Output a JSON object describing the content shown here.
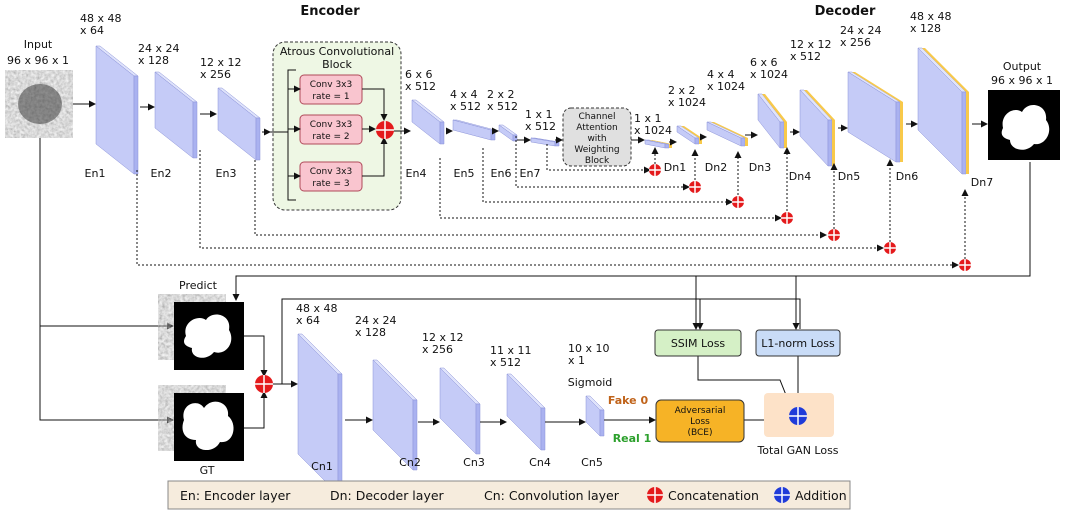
{
  "titles": {
    "encoder": "Encoder",
    "decoder": "Decoder"
  },
  "input": {
    "label": "Input",
    "dims": "96 x 96 x 1"
  },
  "output": {
    "label": "Output",
    "dims": "96 x 96 x 1"
  },
  "encoder": [
    {
      "name": "En1",
      "dims": [
        "48 x 48",
        "x 64"
      ]
    },
    {
      "name": "En2",
      "dims": [
        "24 x 24",
        "x 128"
      ]
    },
    {
      "name": "En3",
      "dims": [
        "12 x 12",
        "x 256"
      ]
    },
    {
      "name": "En4",
      "dims": [
        "6 x 6",
        "x 512"
      ]
    },
    {
      "name": "En5",
      "dims": [
        "4 x 4",
        "x 512"
      ]
    },
    {
      "name": "En6",
      "dims": [
        "2 x 2",
        "x 512"
      ]
    },
    {
      "name": "En7",
      "dims": [
        "1 x 1",
        "x 512"
      ]
    }
  ],
  "decoder": [
    {
      "name": "Dn1",
      "dims": [
        "1 x 1",
        "x 1024"
      ]
    },
    {
      "name": "Dn2",
      "dims": [
        "2 x 2",
        "x 1024"
      ]
    },
    {
      "name": "Dn3",
      "dims": [
        "4 x 4",
        "x 1024"
      ]
    },
    {
      "name": "Dn4",
      "dims": [
        "6 x 6",
        "x 1024"
      ]
    },
    {
      "name": "Dn5",
      "dims": [
        "12 x 12",
        "x 512"
      ]
    },
    {
      "name": "Dn6",
      "dims": [
        "24 x 24",
        "x 256"
      ]
    },
    {
      "name": "Dn7",
      "dims": [
        "48 x 48",
        "x 128"
      ]
    }
  ],
  "atrous": {
    "title": [
      "Atrous Convolutional",
      "Block"
    ],
    "convs": [
      [
        "Conv 3x3",
        "rate = 1"
      ],
      [
        "Conv 3x3",
        "rate = 2"
      ],
      [
        "Conv 3x3",
        "rate = 3"
      ]
    ]
  },
  "channel_attention": [
    "Channel",
    "Attention",
    "with",
    "Weighting",
    "Block"
  ],
  "critic": {
    "predict_label": "Predict",
    "gt_label": "GT",
    "layers": [
      {
        "name": "Cn1",
        "dims": [
          "48 x 48",
          "x 64"
        ]
      },
      {
        "name": "Cn2",
        "dims": [
          "24 x 24",
          "x 128"
        ]
      },
      {
        "name": "Cn3",
        "dims": [
          "12 x 12",
          "x 256"
        ]
      },
      {
        "name": "Cn4",
        "dims": [
          "11 x 11",
          "x 512"
        ]
      },
      {
        "name": "Cn5",
        "dims": [
          "10 x 10",
          "x 1"
        ]
      }
    ],
    "sigmoid": "Sigmoid",
    "fake": "Fake 0",
    "real": "Real 1"
  },
  "losses": {
    "ssim": "SSIM Loss",
    "l1": "L1-norm Loss",
    "adversarial": [
      "Adversarial",
      "Loss",
      "(BCE)"
    ],
    "total": "Total GAN Loss"
  },
  "legend": {
    "encoder": "En: Encoder layer",
    "decoder": "Dn: Decoder layer",
    "conv": "Cn: Convolution layer",
    "concat": "Concatenation",
    "add": "Addition"
  },
  "colors": {
    "block_face": "#c5cbf7",
    "block_top": "#dfe3fb",
    "block_side": "#aab2f0",
    "decoder_accent": "#f8c94a",
    "conv_box": "#f9c5cf",
    "atrous_bg": "#eef7e4",
    "channel_bg": "#e0e0e0",
    "ssim_bg": "#d5f0c6",
    "l1_bg": "#c9dcf7",
    "adversarial_bg": "#f6b326",
    "total_bg": "#fde2c8",
    "legend_bg": "#f6ecdd",
    "concat": "#e41a1c",
    "add": "#1f3bd9",
    "fake": "#c0631a",
    "real": "#2ca02c"
  }
}
